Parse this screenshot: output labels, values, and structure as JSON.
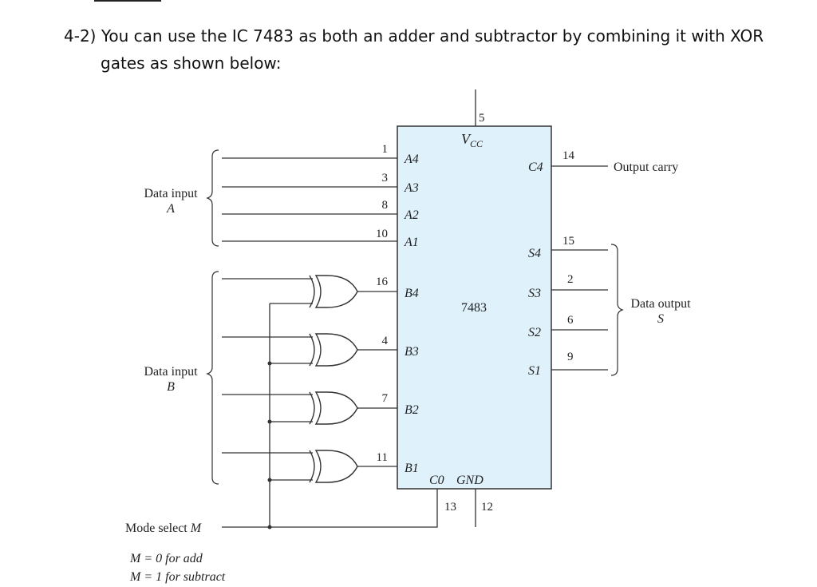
{
  "question": {
    "line1": "4-2) You can use the IC 7483 as both an adder and subtractor by combining it with XOR",
    "line2": "gates as shown below:"
  },
  "chip": {
    "name": "7483",
    "vcc_main": "V",
    "vcc_sub": "CC",
    "vcc_pin": "5",
    "a_inputs": [
      {
        "label": "A4",
        "pin": "1"
      },
      {
        "label": "A3",
        "pin": "3"
      },
      {
        "label": "A2",
        "pin": "8"
      },
      {
        "label": "A1",
        "pin": "10"
      }
    ],
    "b_inputs": [
      {
        "label": "B4",
        "pin": "16"
      },
      {
        "label": "B3",
        "pin": "4"
      },
      {
        "label": "B2",
        "pin": "7"
      },
      {
        "label": "B1",
        "pin": "11"
      }
    ],
    "carry_out": {
      "label": "C4",
      "pin": "14"
    },
    "sum_outputs": [
      {
        "label": "S4",
        "pin": "15"
      },
      {
        "label": "S3",
        "pin": "2"
      },
      {
        "label": "S2",
        "pin": "6"
      },
      {
        "label": "S1",
        "pin": "9"
      }
    ],
    "c0": {
      "label": "C0",
      "pin": "13"
    },
    "gnd": {
      "label": "GND",
      "pin": "12"
    }
  },
  "labels": {
    "data_input_a": "Data input",
    "data_input_a_sym": "A",
    "data_input_b": "Data input",
    "data_input_b_sym": "B",
    "output_carry": "Output carry",
    "data_output": "Data output",
    "data_output_sym": "S",
    "mode_select": "Mode select",
    "mode_select_sym": "M",
    "mode_add": "M = 0 for add",
    "mode_sub": "M = 1 for subtract"
  },
  "colors": {
    "chip_fill": "#dff1fb",
    "wire": "#333333"
  }
}
